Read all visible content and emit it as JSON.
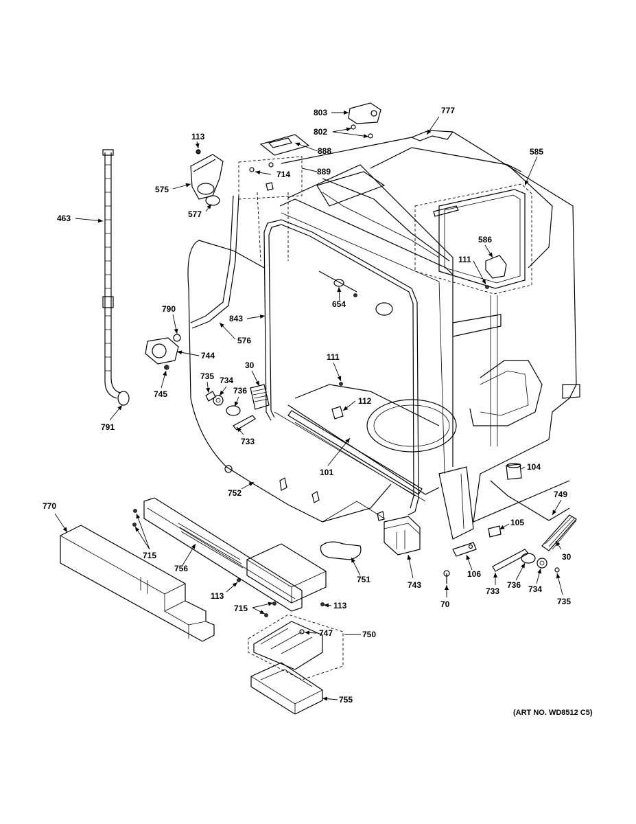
{
  "art_number": "(ART NO. WD8512 C5)",
  "callouts": [
    "803",
    "777",
    "802",
    "113",
    "888",
    "889",
    "714",
    "585",
    "575",
    "577",
    "463",
    "586",
    "111",
    "654",
    "790",
    "843",
    "576",
    "744",
    "111",
    "30",
    "112",
    "735",
    "734",
    "745",
    "736",
    "791",
    "733",
    "101",
    "104",
    "752",
    "770",
    "749",
    "105",
    "715",
    "756",
    "30",
    "106",
    "751",
    "743",
    "113",
    "733",
    "736",
    "734",
    "735",
    "70",
    "715",
    "113",
    "747",
    "750",
    "755"
  ]
}
